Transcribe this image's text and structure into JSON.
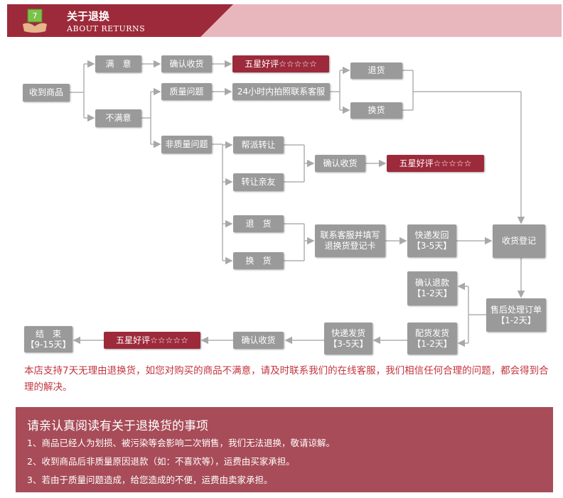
{
  "header": {
    "logo_text": "7",
    "title_cn": "关于退换",
    "title_en": "ABOUT RETURNS",
    "colors": {
      "dark": "#9d2a3a",
      "light": "#e8b7bd"
    }
  },
  "flow": {
    "receive": "收到商品",
    "satisfied": "满　意",
    "confirm_receipt_1": "确认收货",
    "five_star_1": "五星好评☆☆☆☆☆",
    "return_1": "退货",
    "exchange_1": "换货",
    "unsatisfied": "不满意",
    "quality_issue": "质量问题",
    "photo_contact": "24小时内拍照联系客服",
    "non_quality_issue": "非质量问题",
    "help_transfer": "帮派转让",
    "transfer_friends": "转让亲友",
    "confirm_receipt_2": "确认收货",
    "five_star_2": "五星好评☆☆☆☆☆",
    "return_2": "退　货",
    "exchange_2": "换　货",
    "contact_fill_l1": "联系客服并填写",
    "contact_fill_l2": "退换货登记卡",
    "express_back_l1": "快递发回",
    "express_back_l2": "【3-5天】",
    "receive_register": "收货登记",
    "confirm_refund_l1": "确认退款",
    "confirm_refund_l2": "【1-2天】",
    "after_sale_l1": "售后处理订单",
    "after_sale_l2": "【1-2天】",
    "ship_l1": "配货发货",
    "ship_l2": "【1-2天】",
    "express_ship_l1": "快递发货",
    "express_ship_l2": "【3-5天】",
    "confirm_receipt_3": "确认收货",
    "five_star_3": "五星好评☆☆☆☆☆",
    "end_l1": "结　束",
    "end_l2": "【9-15天】"
  },
  "note": "本店支持7天无理由退换货，如您对购买的商品不满意，请及时联系我们的在线客服，我们相信任何合理的问题，都会得到合理的解决。",
  "notice": {
    "title": "请亲认真阅读有关于退换货的事项",
    "items": [
      "1、商品已经人为划损、被污染等会影响二次销售，我们无法退换，敬请谅解。",
      "2、收到商品后非质量原因退款（如：不喜欢等），运费由买家承担。",
      "3、若由于质量问题造成，给您造成的不便，运费由卖家承担。"
    ]
  }
}
